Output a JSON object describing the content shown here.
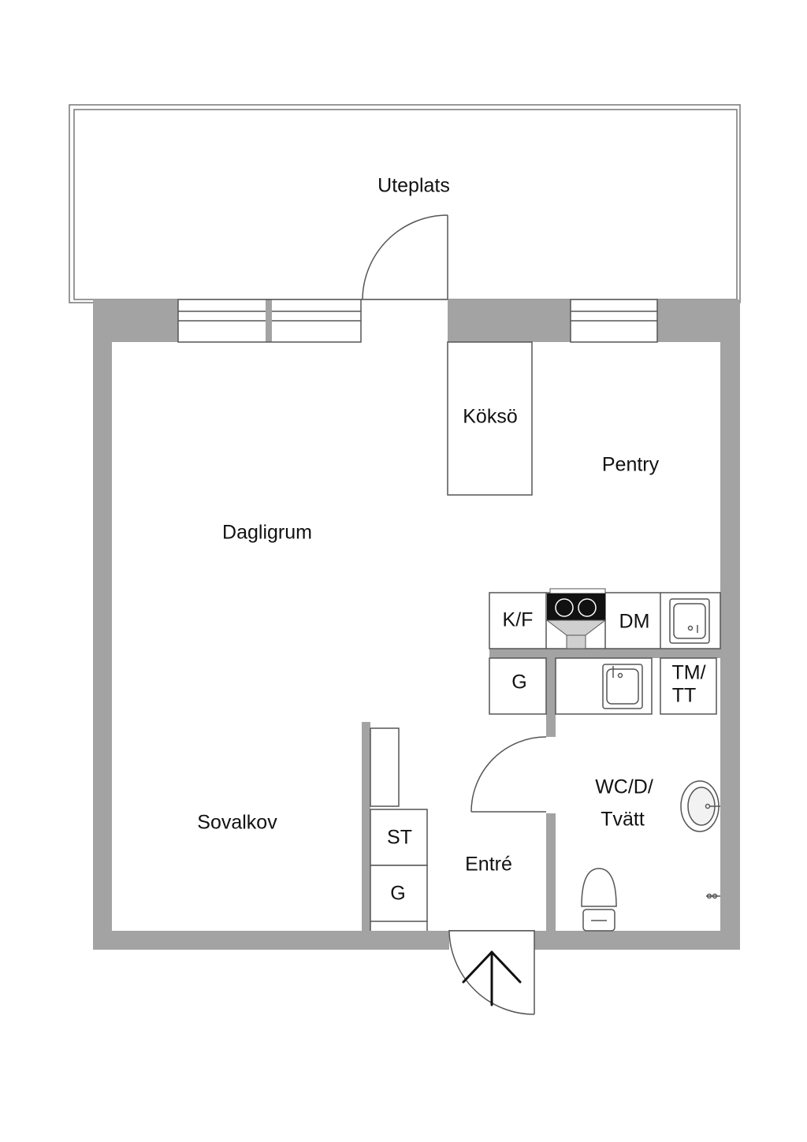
{
  "colors": {
    "wall": "#a3a3a3",
    "line": "#555555",
    "background": "#ffffff",
    "dark": "#111111"
  },
  "rooms": {
    "uteplats": "Uteplats",
    "kokso": "Köksö",
    "pentry": "Pentry",
    "dagligrum": "Dagligrum",
    "sovalkov": "Sovalkov",
    "entre": "Entré",
    "wc_line1": "WC/D/",
    "wc_line2": "Tvätt"
  },
  "fixtures": {
    "kf": "K/F",
    "dm": "DM",
    "g_kitchen": "G",
    "tm_line1": "TM/",
    "tm_line2": "TT",
    "st": "ST",
    "g_hall": "G"
  },
  "icons": [
    "entrance-arrow-icon",
    "stove-icon",
    "sink-icon",
    "washbasin-icon",
    "toilet-icon",
    "door-swing-icon"
  ]
}
